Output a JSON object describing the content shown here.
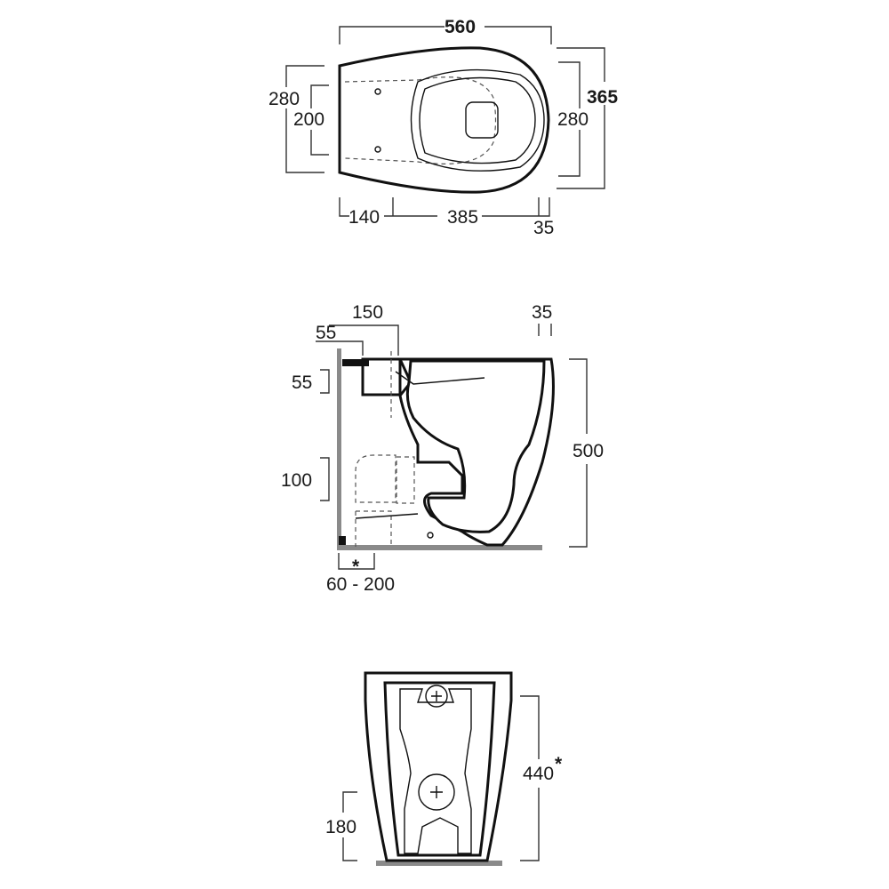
{
  "top_view": {
    "width": "560",
    "height_total": "365",
    "height_left": "280",
    "height_inner": "200",
    "height_right": "280",
    "offset_left": "140",
    "offset_mid": "385",
    "offset_right": "35"
  },
  "side_view": {
    "dim_150": "150",
    "dim_55_top": "55",
    "dim_35": "35",
    "dim_55_left": "55",
    "dim_100": "100",
    "dim_500": "500",
    "asterisk": "*",
    "range": "60 - 200"
  },
  "rear_view": {
    "height": "440",
    "asterisk": "*",
    "outlet_height": "180"
  },
  "colors": {
    "line": "#111111",
    "floor": "#8a8a8a",
    "dimension": "#333333"
  }
}
